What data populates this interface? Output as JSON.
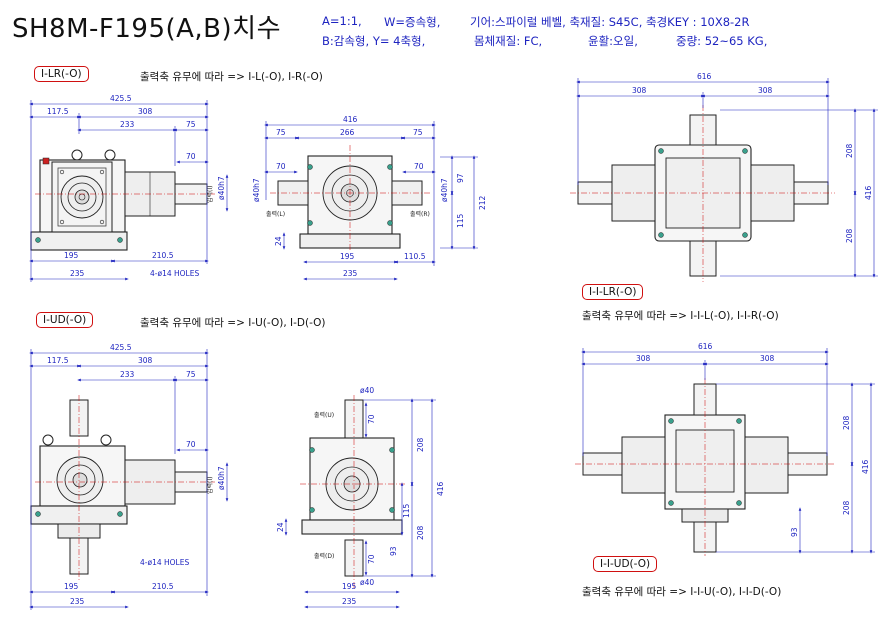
{
  "title": "SH8M-F195(A,B)치수",
  "spec": {
    "row1": [
      "A=1:1,",
      "W=증속형,",
      "기어:스파이럴 베벨,  축재질: S45C,  축경KEY : 10X8-2R"
    ],
    "row2": [
      "B:감속형, Y= 4축형,",
      "몸체재질: FC,",
      "윤활:오일,",
      "중량: 52~65 KG,"
    ]
  },
  "views": {
    "lr": {
      "tag": "I-LR(-O)",
      "note": "출력축 유무에 따라 => I-L(-O), I-R(-O)"
    },
    "ud": {
      "tag": "I-UD(-O)",
      "note": "출력축 유무에 따라 => I-U(-O), I-D(-O)"
    },
    "ilr": {
      "tag": "I-I-LR(-O)",
      "note": "출력축 유무에 따라 => I-I-L(-O), I-I-R(-O)"
    },
    "iud": {
      "tag": "I-I-UD(-O)",
      "note": "출력축 유무에 따라 => I-I-U(-O), I-I-D(-O)"
    }
  },
  "dims": {
    "v1": {
      "d425": "425.5",
      "d117": "117.5",
      "d308": "308",
      "d233": "233",
      "d75": "75",
      "d70": "70",
      "dia": "ø40h7",
      "inp": "입력(I)",
      "d195": "195",
      "d2105": "210.5",
      "d235": "235",
      "holes": "4-ø14  HOLES"
    },
    "v2": {
      "d416": "416",
      "d75a": "75",
      "d266": "266",
      "d75b": "75",
      "d70a": "70",
      "d70b": "70",
      "diaL": "ø40h7",
      "diaR": "ø40h7",
      "outL": "출력(L)",
      "outR": "출력(R)",
      "d97": "97",
      "d212": "212",
      "d115": "115",
      "d24": "24",
      "d195": "195",
      "d1105": "110.5",
      "d235": "235"
    },
    "v3": {
      "d616": "616",
      "d308a": "308",
      "d308b": "308",
      "d208a": "208",
      "d208b": "208",
      "d416": "416"
    },
    "v4": {
      "d425": "425.5",
      "d117": "117.5",
      "d308": "308",
      "d233": "233",
      "d75": "75",
      "d70": "70",
      "dia": "ø40h7",
      "inp": "입력(I)",
      "holes": "4-ø14  HOLES",
      "d195": "195",
      "d2105": "210.5",
      "d235": "235"
    },
    "v5": {
      "dia1": "ø40",
      "d70a": "70",
      "outU": "출력(U)",
      "d208a": "208",
      "d416": "416",
      "d115": "115",
      "d208b": "208",
      "d24": "24",
      "d93": "93",
      "d70b": "70",
      "outD": "출력(D)",
      "dia2": "ø40",
      "d195": "195",
      "d235": "235"
    },
    "v6": {
      "d616": "616",
      "d308a": "308",
      "d308b": "308",
      "d208a": "208",
      "d208b": "208",
      "d416": "416",
      "d93": "93"
    }
  }
}
